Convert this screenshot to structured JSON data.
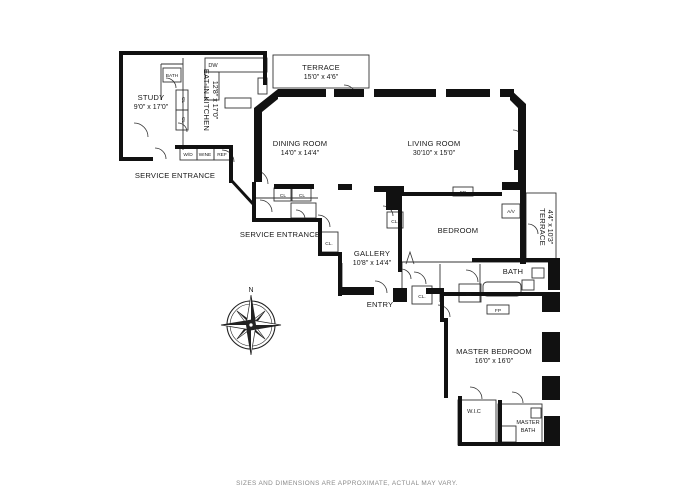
{
  "rooms": {
    "study": {
      "name": "STUDY",
      "dims": "9'0\" x 17'0\""
    },
    "kitchen": {
      "name": "EAT-IN KITCHEN",
      "dims": "12'8\" x 17'0\""
    },
    "terrace_north": {
      "name": "TERRACE",
      "dims": "15'0\" x 4'6\""
    },
    "dining": {
      "name": "DINING ROOM",
      "dims": "14'0\" x 14'4\""
    },
    "living": {
      "name": "LIVING ROOM",
      "dims": "30'10\" x 15'0\""
    },
    "terrace_east": {
      "name": "TERRACE",
      "dims": "4'4\" x 10'3\""
    },
    "bedroom": {
      "name": "BEDROOM"
    },
    "gallery": {
      "name": "GALLERY",
      "dims": "10'8\" x 14'4\""
    },
    "bath": {
      "name": "BATH"
    },
    "master_bedroom": {
      "name": "MASTER BEDROOM",
      "dims": "16'0\" x 16'0\""
    },
    "wic": {
      "name": "W.I.C"
    },
    "master_bath": {
      "name": "MASTER BATH",
      "line1": "MASTER",
      "line2": "BATH"
    }
  },
  "labels": {
    "service_entrance_1": "SERVICE ENTRANCE",
    "service_entrance_2": "SERVICE ENTRANCE",
    "entry": "ENTRY",
    "dw": "DW",
    "bath_small": "BATH",
    "wd": "W/D",
    "wine": "WINE",
    "ref": "REF",
    "fp": "FP",
    "av": "A/V",
    "cl": "CL",
    "cl_dot": "CL."
  },
  "compass": {
    "north": "N"
  },
  "disclaimer": "SIZES AND DIMENSIONS ARE APPROXIMATE, ACTUAL MAY VARY.",
  "colors": {
    "wall": "#111111",
    "window": "#ffffff",
    "line": "#333333",
    "disclaimer": "#8a8a8a"
  }
}
